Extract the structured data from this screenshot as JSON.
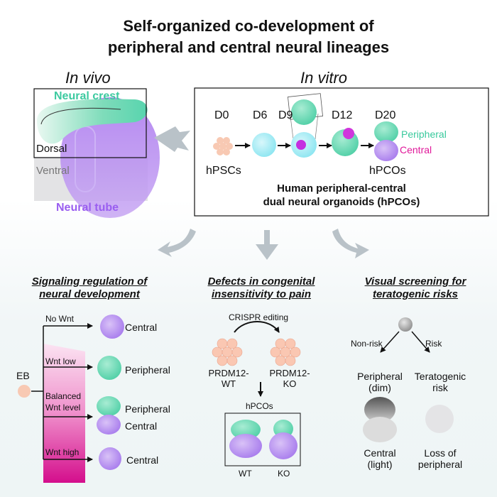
{
  "title": {
    "line1": "Self-organized co-development of",
    "line2": "peripheral and central neural lineages"
  },
  "in_vivo": {
    "heading": "In vivo",
    "neural_crest": "Neural crest",
    "dorsal": "Dorsal",
    "ventral": "Ventral",
    "neural_tube": "Neural tube"
  },
  "in_vitro": {
    "heading": "In vitro",
    "days": [
      "D0",
      "D6",
      "D9",
      "D12",
      "D20"
    ],
    "start_label": "hPSCs",
    "end_label": "hPCOs",
    "peripheral": "Peripheral",
    "central": "Central",
    "caption_line1": "Human peripheral-central",
    "caption_line2": "dual neural organoids (hPCOs)"
  },
  "signaling": {
    "title_line1": "Signaling regulation of",
    "title_line2": "neural development",
    "eb": "EB",
    "conditions": [
      "No Wnt",
      "Wnt low",
      "Balanced",
      "Wnt level",
      "Wnt high"
    ],
    "outcomes": [
      "Central",
      "Peripheral",
      "Peripheral",
      "Central",
      "Central"
    ]
  },
  "defects": {
    "title_line1": "Defects in congenital",
    "title_line2": "insensitivity to pain",
    "crispr": "CRISPR editing",
    "wt_line1": "PRDM12-",
    "wt_line2": "WT",
    "ko_line1": "PRDM12-",
    "ko_line2": "KO",
    "hpcos": "hPCOs",
    "wt": "WT",
    "ko": "KO"
  },
  "screening": {
    "title_line1": "Visual screening for",
    "title_line2": "teratogenic risks",
    "non_risk": "Non-risk",
    "risk": "Risk",
    "peripheral_dim_line1": "Peripheral",
    "peripheral_dim_line2": "(dim)",
    "teratogenic_line1": "Teratogenic",
    "teratogenic_line2": "risk",
    "central_light_line1": "Central",
    "central_light_line2": "(light)",
    "loss_line1": "Loss of",
    "loss_line2": "peripheral"
  },
  "colors": {
    "peripheral": "#5fd6b0",
    "central": "#b07cf0",
    "magenta": "#e0189a",
    "arrow_gray": "#b9c2c8"
  }
}
